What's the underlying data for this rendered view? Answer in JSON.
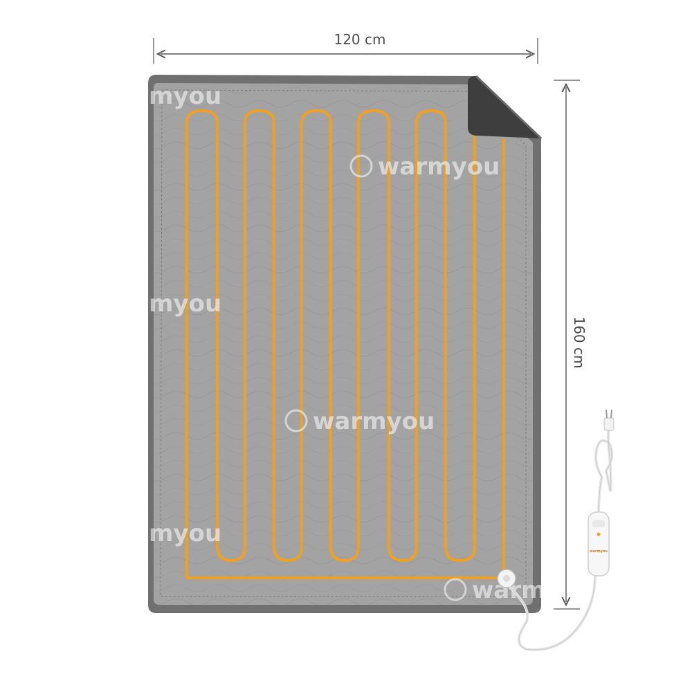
{
  "dimensions": {
    "width_label": "120 cm",
    "height_label": "160 cm"
  },
  "watermark": {
    "brand": "warmyou",
    "partial": "myou",
    "cut": "warm"
  },
  "colors": {
    "blanket": "#9e9e9e",
    "border": "#6f6f6f",
    "heating_wire": "#f0a020",
    "corner_fold": "#444444",
    "dimension_line": "#555555"
  },
  "controller": {
    "brand": "warmyou"
  }
}
